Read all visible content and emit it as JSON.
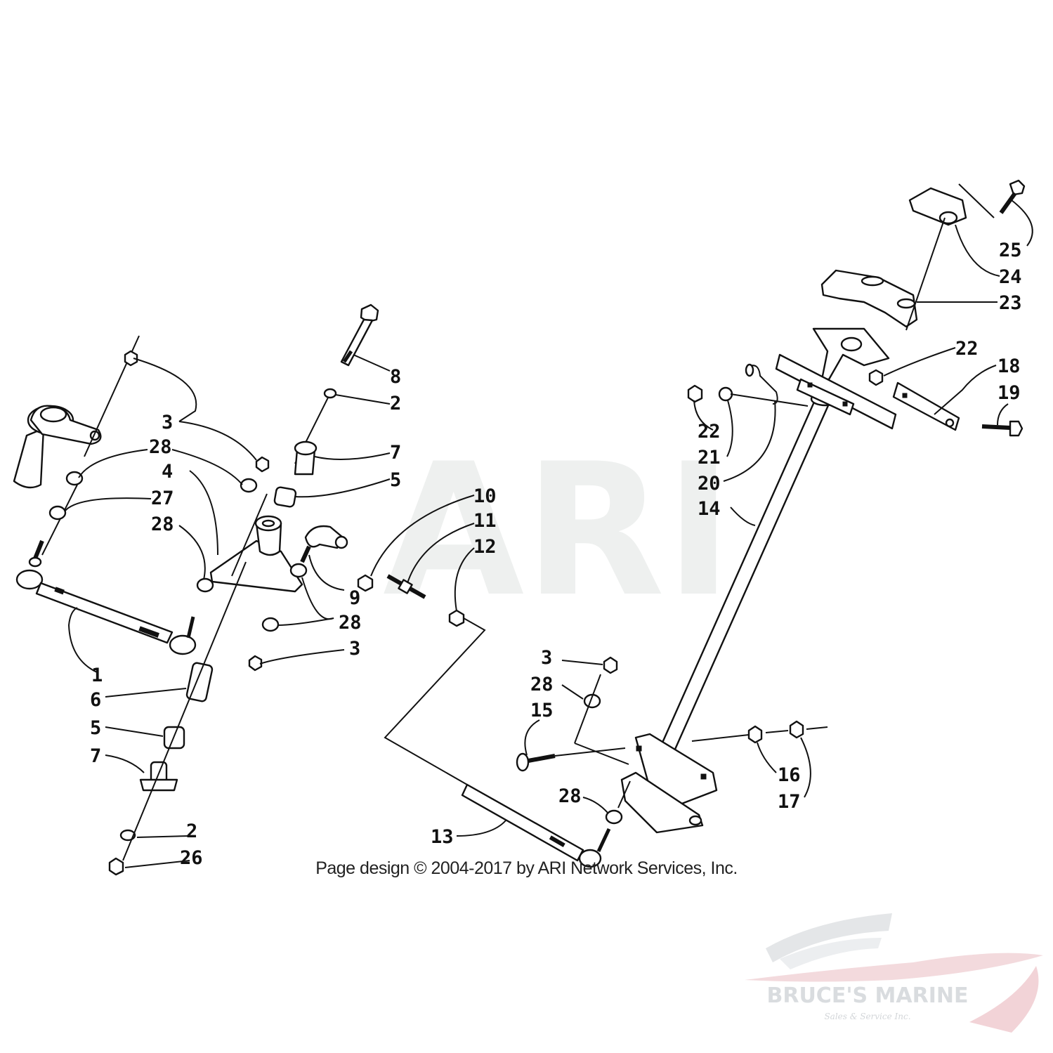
{
  "watermark": {
    "text": "ARI"
  },
  "copyright": "Page design © 2004-2017 by ARI Network Services, Inc.",
  "brand": {
    "name": "BRUCE'S MARINE",
    "tagline": "Sales & Service Inc."
  },
  "callouts": [
    {
      "id": "c1",
      "label": "1"
    },
    {
      "id": "c6",
      "label": "6"
    },
    {
      "id": "c5a",
      "label": "5"
    },
    {
      "id": "c7a",
      "label": "7"
    },
    {
      "id": "c2a",
      "label": "2"
    },
    {
      "id": "c26",
      "label": "26"
    },
    {
      "id": "c3a",
      "label": "3"
    },
    {
      "id": "c28a",
      "label": "28"
    },
    {
      "id": "c4",
      "label": "4"
    },
    {
      "id": "c27",
      "label": "27"
    },
    {
      "id": "c28b",
      "label": "28"
    },
    {
      "id": "c8",
      "label": "8"
    },
    {
      "id": "c2b",
      "label": "2"
    },
    {
      "id": "c7b",
      "label": "7"
    },
    {
      "id": "c5b",
      "label": "5"
    },
    {
      "id": "c9",
      "label": "9"
    },
    {
      "id": "c28c",
      "label": "28"
    },
    {
      "id": "c3b",
      "label": "3"
    },
    {
      "id": "c10",
      "label": "10"
    },
    {
      "id": "c11",
      "label": "11"
    },
    {
      "id": "c12",
      "label": "12"
    },
    {
      "id": "c13",
      "label": "13"
    },
    {
      "id": "c3c",
      "label": "3"
    },
    {
      "id": "c28d",
      "label": "28"
    },
    {
      "id": "c15",
      "label": "15"
    },
    {
      "id": "c28e",
      "label": "28"
    },
    {
      "id": "c16",
      "label": "16"
    },
    {
      "id": "c17",
      "label": "17"
    },
    {
      "id": "c14",
      "label": "14"
    },
    {
      "id": "c20",
      "label": "20"
    },
    {
      "id": "c21",
      "label": "21"
    },
    {
      "id": "c22a",
      "label": "22"
    },
    {
      "id": "c22b",
      "label": "22"
    },
    {
      "id": "c18",
      "label": "18"
    },
    {
      "id": "c19",
      "label": "19"
    },
    {
      "id": "c23",
      "label": "23"
    },
    {
      "id": "c24",
      "label": "24"
    },
    {
      "id": "c25",
      "label": "25"
    }
  ]
}
